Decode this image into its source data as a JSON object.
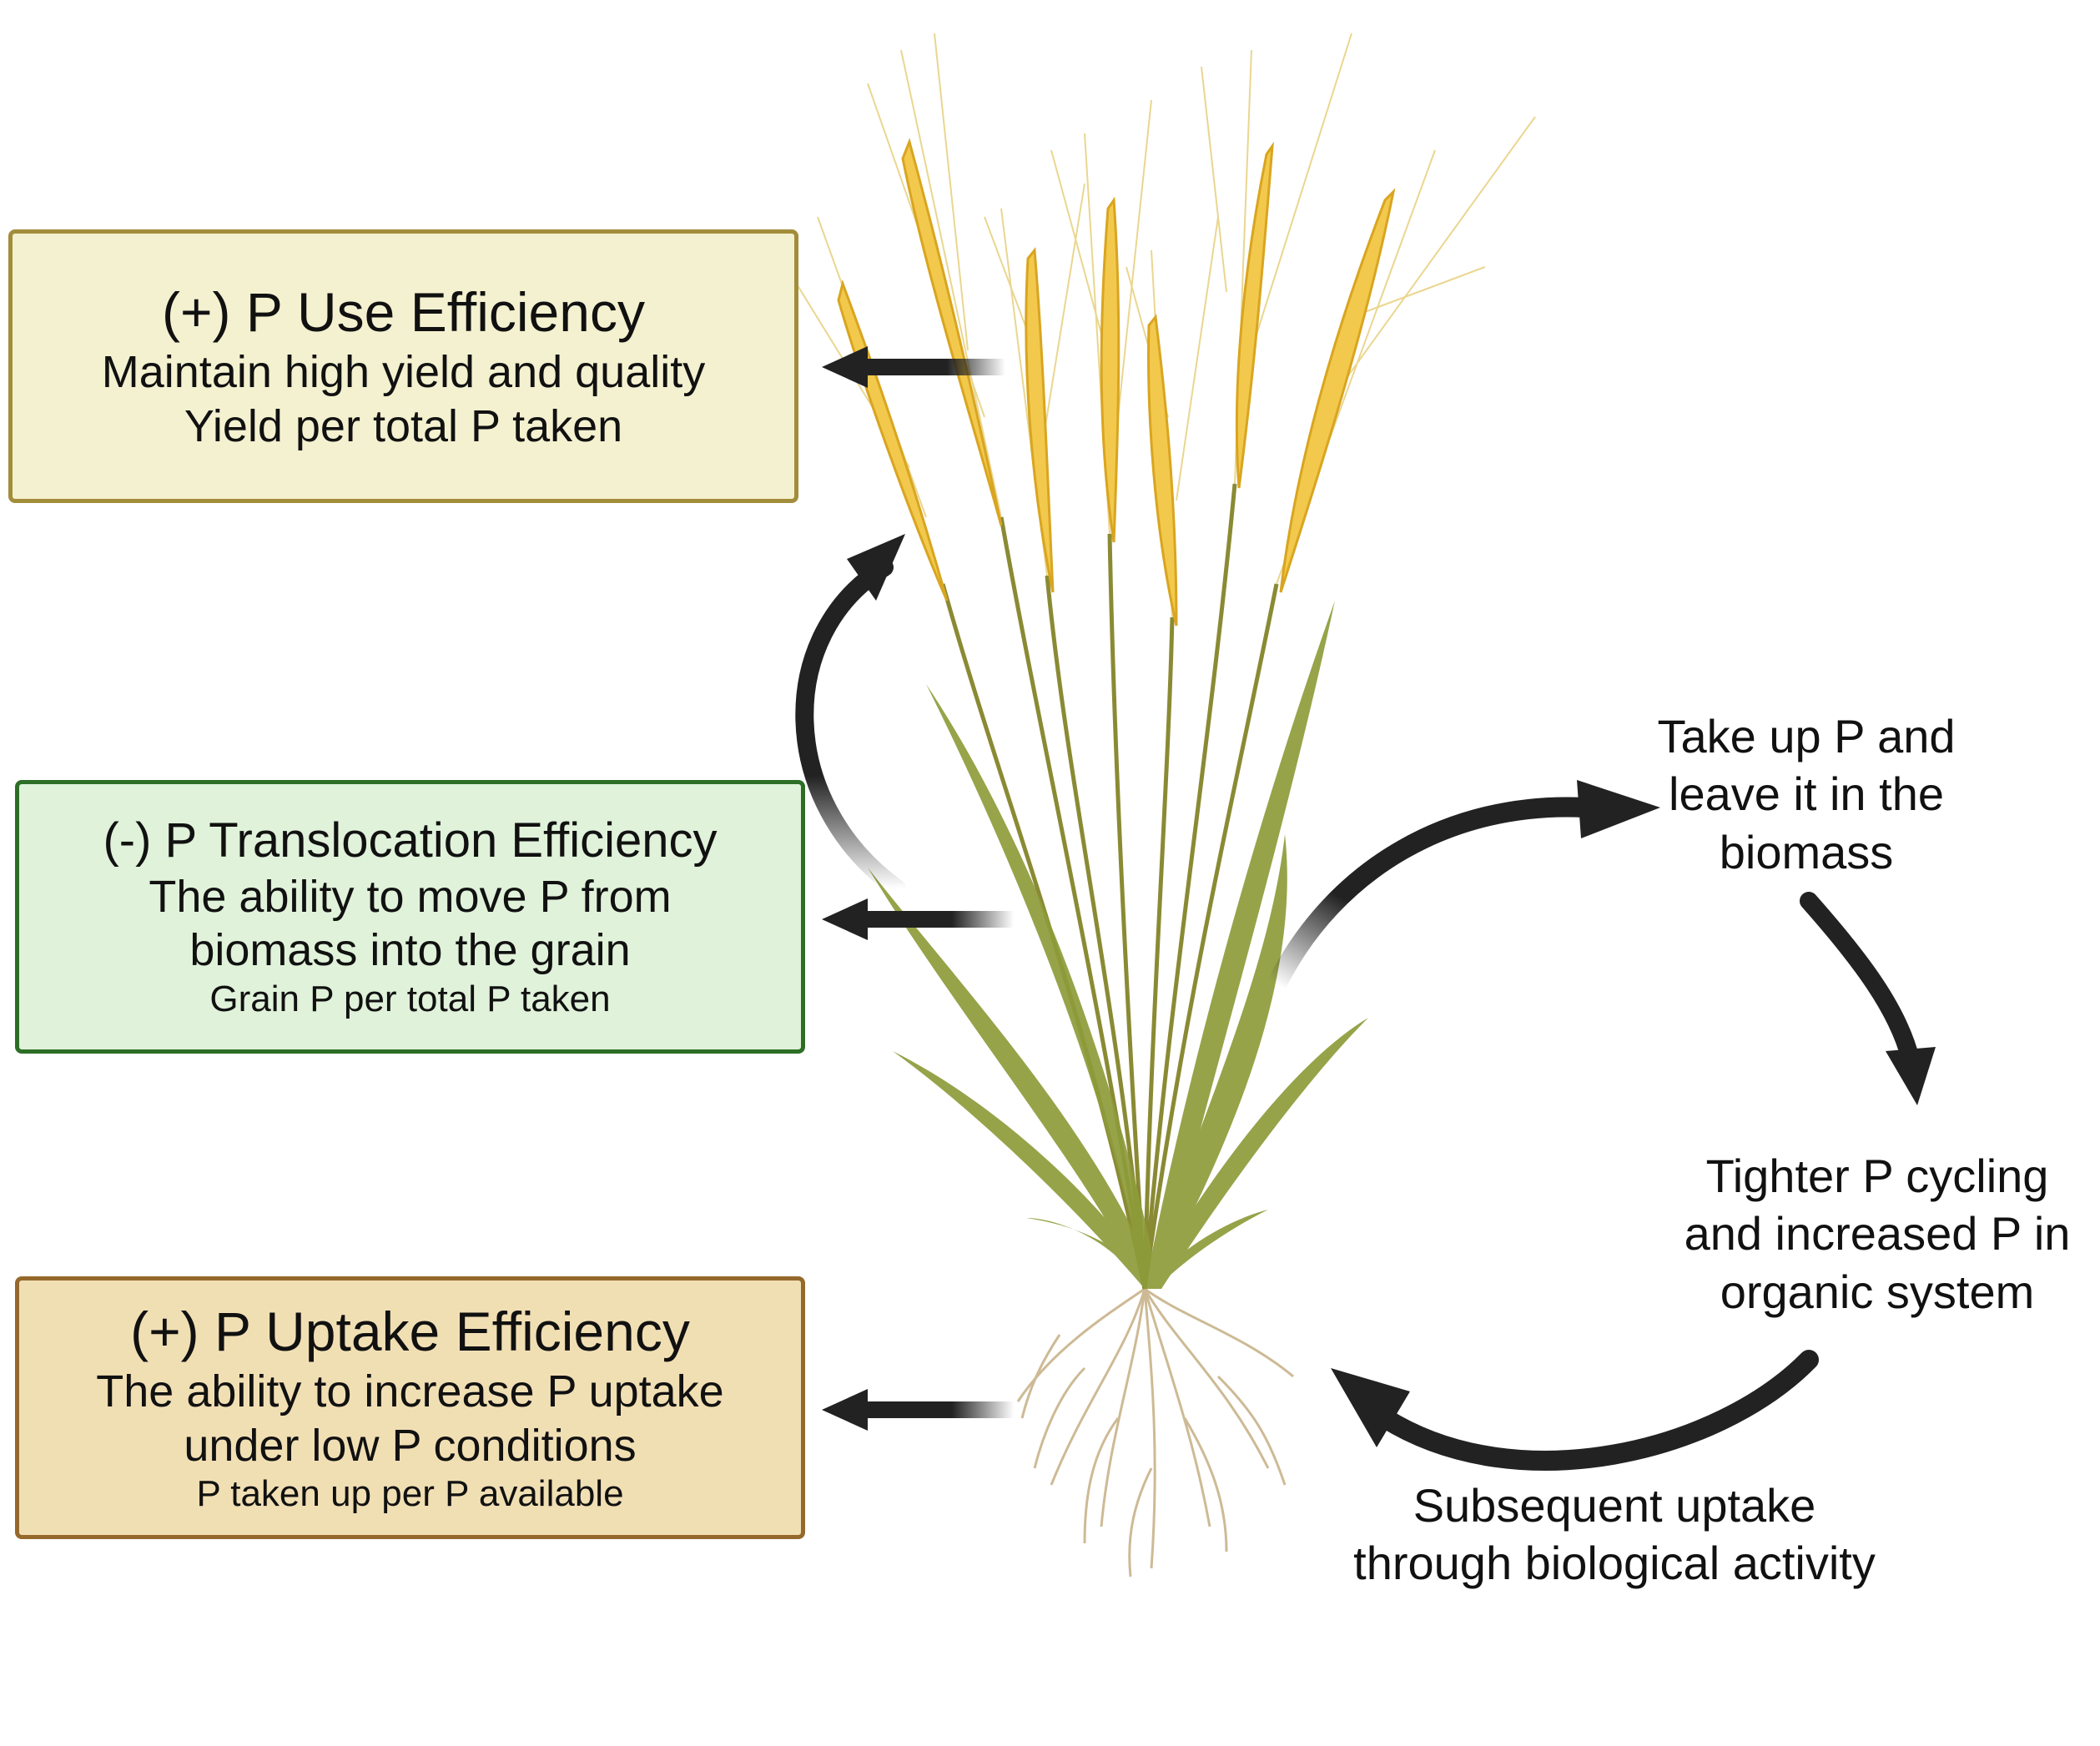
{
  "boxes": {
    "use": {
      "title": "(+) P Use Efficiency",
      "line1": "Maintain high yield and quality",
      "line2": "Yield per total P taken"
    },
    "translocation": {
      "title": "(-) P Translocation Efficiency",
      "line1": "The ability to move P from",
      "line2": "biomass into the grain",
      "line3": "Grain P per total P taken"
    },
    "uptake": {
      "title": "(+) P Uptake Efficiency",
      "line1": "The ability to increase P uptake",
      "line2": "under low P conditions",
      "line3": "P taken up per P available"
    }
  },
  "cycle": {
    "step1": {
      "line1": "Take up P and",
      "line2": "leave it in the",
      "line3": "biomass"
    },
    "step2": {
      "line1": "Tighter P cycling",
      "line2": "and increased P in",
      "line3": "organic system"
    },
    "step3": {
      "line1": "Subsequent uptake",
      "line2": "through biological activity"
    }
  },
  "colors": {
    "use_box_fill": "#f4f1d0",
    "use_box_border": "#a28d3a",
    "translocation_box_fill": "#e0f2da",
    "translocation_box_border": "#2d6e26",
    "uptake_box_fill": "#f1dfb4",
    "uptake_box_border": "#95682c",
    "arrow": "#222222",
    "grain": "#f2c94c",
    "stem": "#8a8a34",
    "root": "#c8b38a"
  },
  "illustration": {
    "subject": "barley-plant-icon"
  }
}
